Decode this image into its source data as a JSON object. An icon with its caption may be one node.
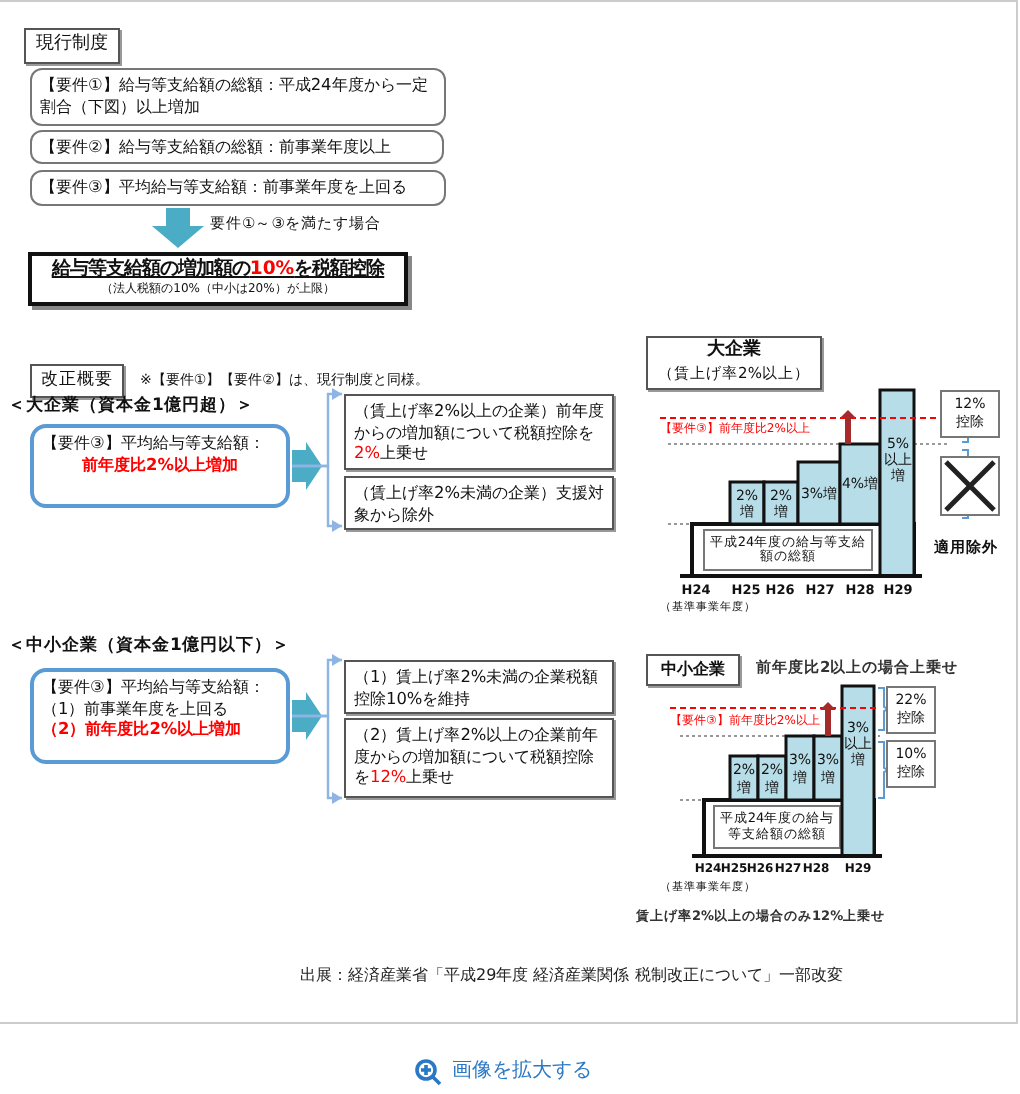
{
  "diagram": {
    "nodes": [
      {
        "text": [
          "現行制度"
        ]
      },
      {
        "text": [
          "【要件①】給与等支給額の総額：平成24年度から一定割合（下図）以上増加"
        ]
      },
      {
        "text": [
          "【要件②】給与等支給額の総額：前事業年度以上"
        ]
      },
      {
        "text": [
          "【要件③】平均給与等支給額：前事業年度を上回る"
        ]
      },
      {
        "text": [
          "給与等支給額の増加額の**10%**を税額控除",
          "（法人税額の10%（中小は20%）が上限）"
        ]
      },
      {
        "text": [
          "改正概要"
        ]
      },
      {
        "text": [
          "【要件③】平均給与等支給額：",
          "前年度比2%以上増加"
        ]
      },
      {
        "text": [
          "（賃上げ率2%以上の企業）前年度からの増加額について税額控除を**2%**上乗せ"
        ]
      },
      {
        "text": [
          "（賃上げ率2%未満の企業）支援対象から除外"
        ]
      },
      {
        "text": [
          "大企業",
          "（賃上げ率2%以上）"
        ]
      },
      {
        "text": [
          "12%控除"
        ]
      },
      {
        "text": [],
        "shape": "box"
      },
      {
        "text": [
          "【要件③】平均給与等支給額：",
          "（1）前事業年度を上回る",
          "（2）前年度比2%以上増加"
        ]
      },
      {
        "text": [
          "（1）賃上げ率2%未満の企業税額控除10%を維持"
        ]
      },
      {
        "text": [
          "（2）賃上げ率2%以上の企業前年度からの増加額について税額控除を**12%**上乗せ"
        ]
      },
      {
        "text": [
          "中小企業"
        ],
        "beside": [
          "前年度比2以上の場合上乗せ"
        ]
      },
      {
        "text": [
          "22%控除"
        ]
      },
      {
        "text": [
          "10%控除"
        ]
      }
    ],
    "edges": [
      {
        "from": 3,
        "to": 4,
        "arrow": "to",
        "label": "要件①～③を満たす場合"
      },
      {
        "from": 6,
        "to": 7,
        "arrow": "to"
      },
      {
        "from": 6,
        "to": 8,
        "arrow": "to"
      },
      {
        "from": 12,
        "to": 13,
        "arrow": "to"
      },
      {
        "from": 12,
        "to": 14,
        "arrow": "to"
      }
    ],
    "labels": [
      "※【要件①】【要件②】は、現行制度と同様。",
      "＜大企業（資本金1億円超）＞",
      "【要件③】前年度比2%以上",
      "2%増",
      "2%増",
      "3%増",
      "4%増",
      "5%以上増",
      "平成24年度の給与等支給額の総額",
      "適用除外",
      "H24",
      "H25",
      "H26",
      "H27",
      "H28",
      "H29",
      "（基準事業年度）",
      "＜中小企業（資本金1億円以下）＞",
      "【要件③】前年度比2%以上",
      "2%増",
      "2%増",
      "3%増",
      "3%増",
      "3%以上増",
      "平成24年度の給与等支給額の総額",
      "H24",
      "H25",
      "H26",
      "H27",
      "H28",
      "H29",
      "（基準事業年度）",
      "賃上げ率2%以上の場合のみ12%上乗せ",
      "出展：経済産業省「平成29年度 経済産業関係 税制改正について」一部改変",
      "画像を拡大する"
    ]
  }
}
